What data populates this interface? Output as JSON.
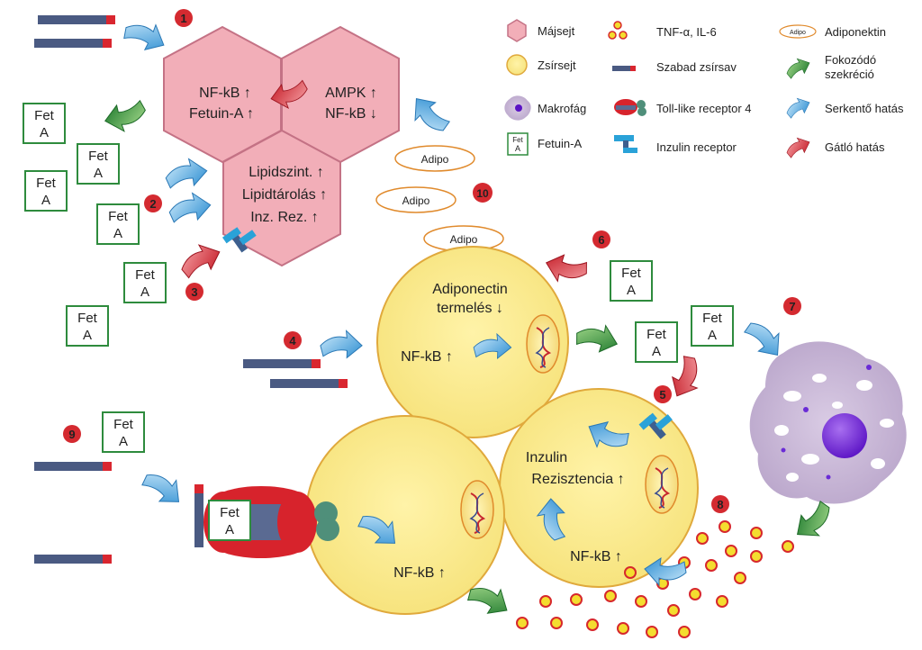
{
  "legend": {
    "hepatocyte": "Májsejt",
    "adipocyte": "Zsírsejt",
    "macrophage": "Makrofág",
    "fetuin": "Fetuin-A",
    "cytokines": "TNF-α, IL-6",
    "fatty_acid": "Szabad zsírsav",
    "tlr4": "Toll-like receptor 4",
    "insulin_receptor": "Inzulin receptor",
    "adiponectin": "Adiponektin",
    "adipo_icon_text": "Adipo",
    "increased_secretion_l1": "Fokozódó",
    "increased_secretion_l2": "szekréció",
    "stimulating": "Serkentő hatás",
    "inhibiting": "Gátló hatás"
  },
  "fetuin": {
    "l1": "Fet",
    "l2": "A"
  },
  "adipo_label": "Adipo",
  "liver": {
    "left_l1": "NF-kB ↑",
    "left_l2": "Fetuin-A ↑",
    "right_l1": "AMPK ↑",
    "right_l2": "NF-kB ↓",
    "bottom_l1": "Lipidszint. ↑",
    "bottom_l2": "Lipidtárolás ↑",
    "bottom_l3": "Inz. Rez. ↑"
  },
  "adipocyte_top": {
    "l1": "Adiponectin",
    "l2": "termelés ↓",
    "nfkb": "NF-kB ↑"
  },
  "adipocyte_right": {
    "l1": "Inzulin",
    "l2": "Rezisztencia ↑",
    "nfkb": "NF-kB ↑"
  },
  "adipocyte_left": {
    "nfkb": "NF-kB ↑"
  },
  "steps": [
    "1",
    "2",
    "3",
    "4",
    "5",
    "6",
    "7",
    "8",
    "9",
    "10"
  ],
  "colors": {
    "liver": "#f2aeb8",
    "liver_stroke": "#c47285",
    "fat": "#fbec8e",
    "fat_stroke": "#e0a93c",
    "fetuin": "#2e8b3d",
    "blue_arrow": "#4fa9dd",
    "green_arrow": "#2f8b3a",
    "red_arrow": "#d62e3a",
    "step": "#d42a30"
  }
}
